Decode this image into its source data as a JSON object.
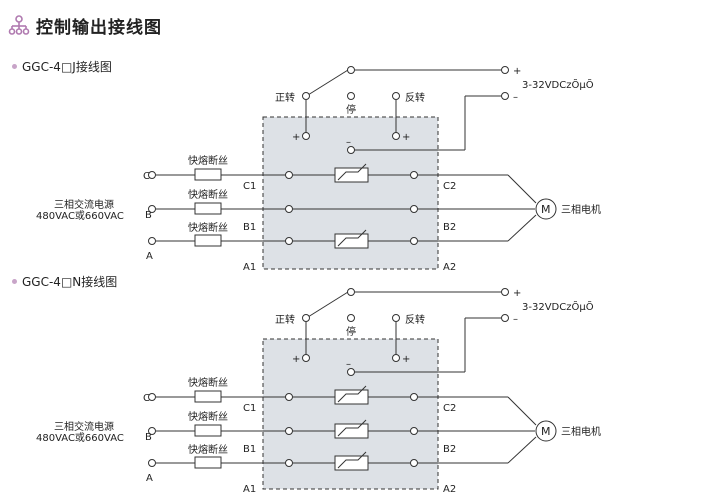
{
  "header": {
    "title": "控制输出接线图",
    "icon": "network-icon"
  },
  "diagrams": [
    {
      "label": "GGC-4□J接线图",
      "switch": {
        "forward": "正转",
        "stop": "停",
        "reverse": "反转"
      },
      "power": {
        "plus": "+",
        "minus": "–",
        "spec": "3-32VDCzÕµÕ"
      },
      "terminals": {
        "plus_left": "+",
        "minus_mid": "–",
        "plus_right": "+"
      },
      "fuse_label": "快熔断丝",
      "phases": [
        "C",
        "B",
        "A"
      ],
      "supply_line1": "三相交流电源",
      "supply_line2": "480VAC或660VAC",
      "inputs": [
        "C1",
        "B1",
        "A1"
      ],
      "outputs": [
        "C2",
        "B2",
        "A2"
      ],
      "motor_symbol": "M",
      "motor_label": "三相电机"
    },
    {
      "label": "GGC-4□N接线图",
      "switch": {
        "forward": "正转",
        "stop": "停",
        "reverse": "反转"
      },
      "power": {
        "plus": "+",
        "minus": "–",
        "spec": "3-32VDCzÕµÕ"
      },
      "terminals": {
        "plus_left": "+",
        "minus_mid": "–",
        "plus_right": "+"
      },
      "fuse_label": "快熔断丝",
      "phases": [
        "C",
        "B",
        "A"
      ],
      "supply_line1": "三相交流电源",
      "supply_line2": "480VAC或660VAC",
      "inputs": [
        "C1",
        "B1",
        "A1"
      ],
      "outputs": [
        "C2",
        "B2",
        "A2"
      ],
      "motor_symbol": "M",
      "motor_label": "三相电机"
    }
  ]
}
